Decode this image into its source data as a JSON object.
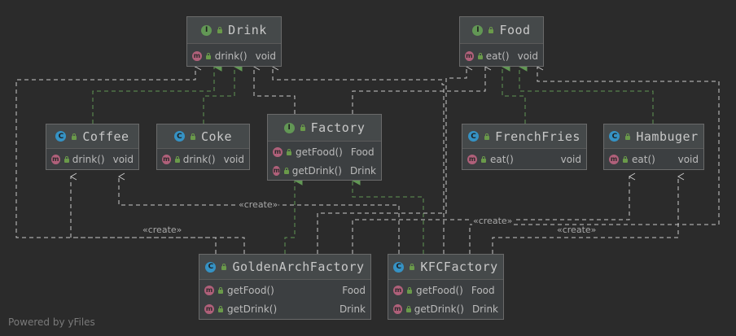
{
  "nodes": {
    "drink": {
      "kind": "I",
      "title": "Drink",
      "members": [
        {
          "icon": "m",
          "name": "drink()",
          "type": "void"
        }
      ]
    },
    "food": {
      "kind": "I",
      "title": "Food",
      "members": [
        {
          "icon": "m",
          "name": "eat()",
          "type": "void"
        }
      ]
    },
    "coffee": {
      "kind": "C",
      "title": "Coffee",
      "members": [
        {
          "icon": "m",
          "name": "drink()",
          "type": "void"
        }
      ]
    },
    "coke": {
      "kind": "C",
      "title": "Coke",
      "members": [
        {
          "icon": "m",
          "name": "drink()",
          "type": "void"
        }
      ]
    },
    "factory": {
      "kind": "I",
      "title": "Factory",
      "members": [
        {
          "icon": "m",
          "name": "getFood()",
          "type": "Food"
        },
        {
          "icon": "m",
          "name": "getDrink()",
          "type": "Drink"
        }
      ]
    },
    "frenchfries": {
      "kind": "C",
      "title": "FrenchFries",
      "members": [
        {
          "icon": "m",
          "name": "eat()",
          "type": "void"
        }
      ]
    },
    "hambuger": {
      "kind": "C",
      "title": "Hambuger",
      "members": [
        {
          "icon": "m",
          "name": "eat()",
          "type": "void"
        }
      ]
    },
    "goldenarch": {
      "kind": "C",
      "title": "GoldenArchFactory",
      "members": [
        {
          "icon": "m",
          "name": "getFood()",
          "type": "Food"
        },
        {
          "icon": "m",
          "name": "getDrink()",
          "type": "Drink"
        }
      ]
    },
    "kfc": {
      "kind": "C",
      "title": "KFCFactory",
      "members": [
        {
          "icon": "m",
          "name": "getFood()",
          "type": "Food"
        },
        {
          "icon": "m",
          "name": "getDrink()",
          "type": "Drink"
        }
      ]
    }
  },
  "edge_labels": {
    "create_1": "«create»",
    "create_2": "«create»",
    "create_3": "«create»",
    "create_4": "«create»"
  },
  "colors": {
    "dependency": "#c8c8c8",
    "realization": "#629755",
    "interface_badge": "#629755",
    "class_badge": "#3592c4",
    "method_badge": "#b0607a"
  },
  "watermark": "Powered by yFiles"
}
